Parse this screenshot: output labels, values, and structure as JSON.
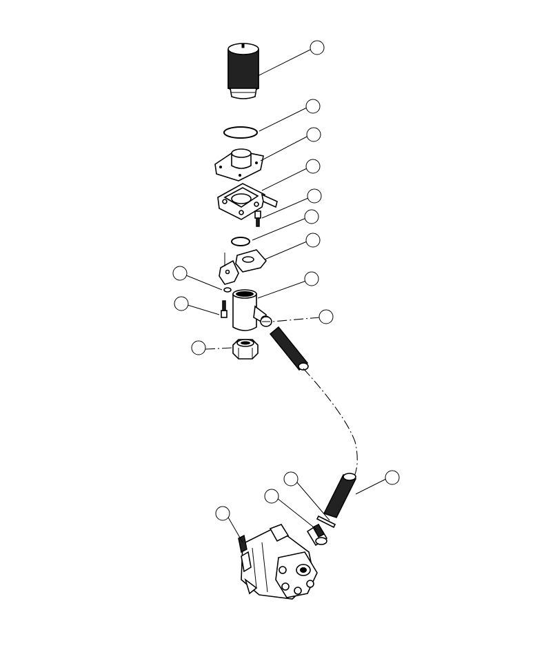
{
  "diagram": {
    "background": "#ffffff",
    "ink": "#000000",
    "callouts": [
      {
        "id": "c1",
        "label": ""
      },
      {
        "id": "c2",
        "label": ""
      },
      {
        "id": "c3",
        "label": ""
      },
      {
        "id": "c4",
        "label": ""
      },
      {
        "id": "c5",
        "label": ""
      },
      {
        "id": "c6",
        "label": ""
      },
      {
        "id": "c7",
        "label": ""
      },
      {
        "id": "c8",
        "label": ""
      },
      {
        "id": "c9",
        "label": ""
      },
      {
        "id": "c10",
        "label": ""
      },
      {
        "id": "c11",
        "label": ""
      },
      {
        "id": "c12",
        "label": ""
      },
      {
        "id": "c13",
        "label": ""
      },
      {
        "id": "c14",
        "label": ""
      },
      {
        "id": "c15",
        "label": ""
      },
      {
        "id": "c16",
        "label": ""
      }
    ],
    "parts": [
      "filter-element",
      "o-ring-large",
      "filter-cover-plate",
      "filter-head-gasket-plate",
      "cap-screw",
      "o-ring-small",
      "split-flange",
      "plug",
      "cap-screw",
      "tee-fitting",
      "hose-clamp",
      "hex-adapter",
      "suction-hose",
      "hose-clamp",
      "hose-barb-fitting",
      "hydraulic-pump"
    ]
  }
}
